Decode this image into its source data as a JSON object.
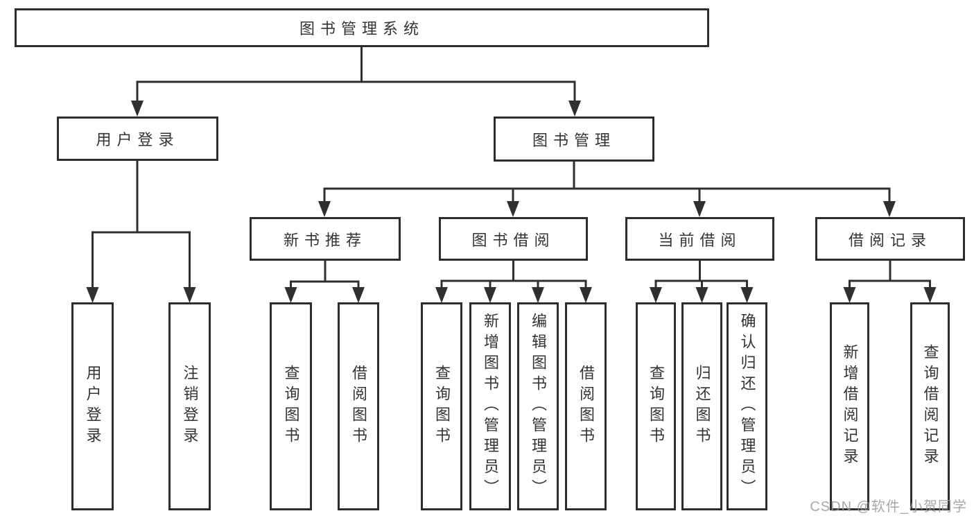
{
  "tree": {
    "root": "图书管理系统",
    "children": [
      {
        "label": "用户登录",
        "children": [
          "用户登录",
          "注销登录"
        ]
      },
      {
        "label": "图书管理",
        "children": [
          {
            "label": "新书推荐",
            "children": [
              "查询图书",
              "借阅图书"
            ]
          },
          {
            "label": "图书借阅",
            "children": [
              "查询图书",
              "新增图书（管理员）",
              "编辑图书（管理员）",
              "借阅图书"
            ]
          },
          {
            "label": "当前借阅",
            "children": [
              "查询图书",
              "归还图书",
              "确认归还（管理员）"
            ]
          },
          {
            "label": "借阅记录",
            "children": [
              "新增借阅记录",
              "查询借阅记录"
            ]
          }
        ]
      }
    ]
  },
  "watermark": {
    "text": "CSDN @软件_小贺同学"
  },
  "colors": {
    "line": "#2f2f2f",
    "border": "#2c2c2c",
    "text": "#333333",
    "background": "#ffffff",
    "watermark": "#94999e"
  }
}
